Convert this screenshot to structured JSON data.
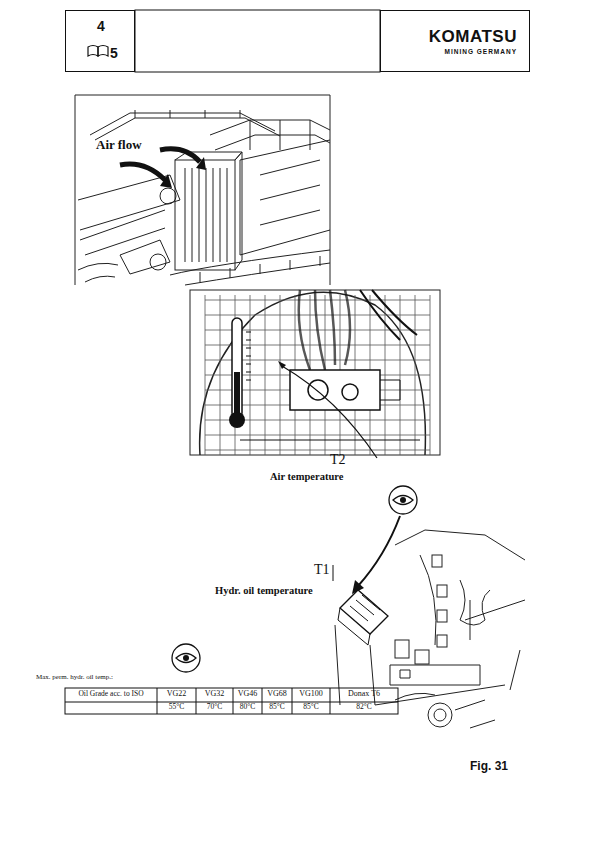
{
  "diagram": {
    "caption": "Fig. 31",
    "nodes": [
      {
        "text": [
          "4",
          "5"
        ]
      },
      {
        "text": [
          "KOMATSU",
          "MINING GERMANY"
        ]
      }
    ],
    "labels": [
      "Air flow",
      "T2",
      "Air temperature",
      "T1",
      "Hydr. oil temperature",
      "Max. perm. hydr. oil temp.:",
      "Oil Grade acc. to ISO",
      "VG22",
      "VG32",
      "VG46",
      "VG68",
      "VG100",
      "Donax T6",
      "55°C",
      "70°C",
      "80°C",
      "85°C",
      "85°C",
      "82°C"
    ]
  }
}
